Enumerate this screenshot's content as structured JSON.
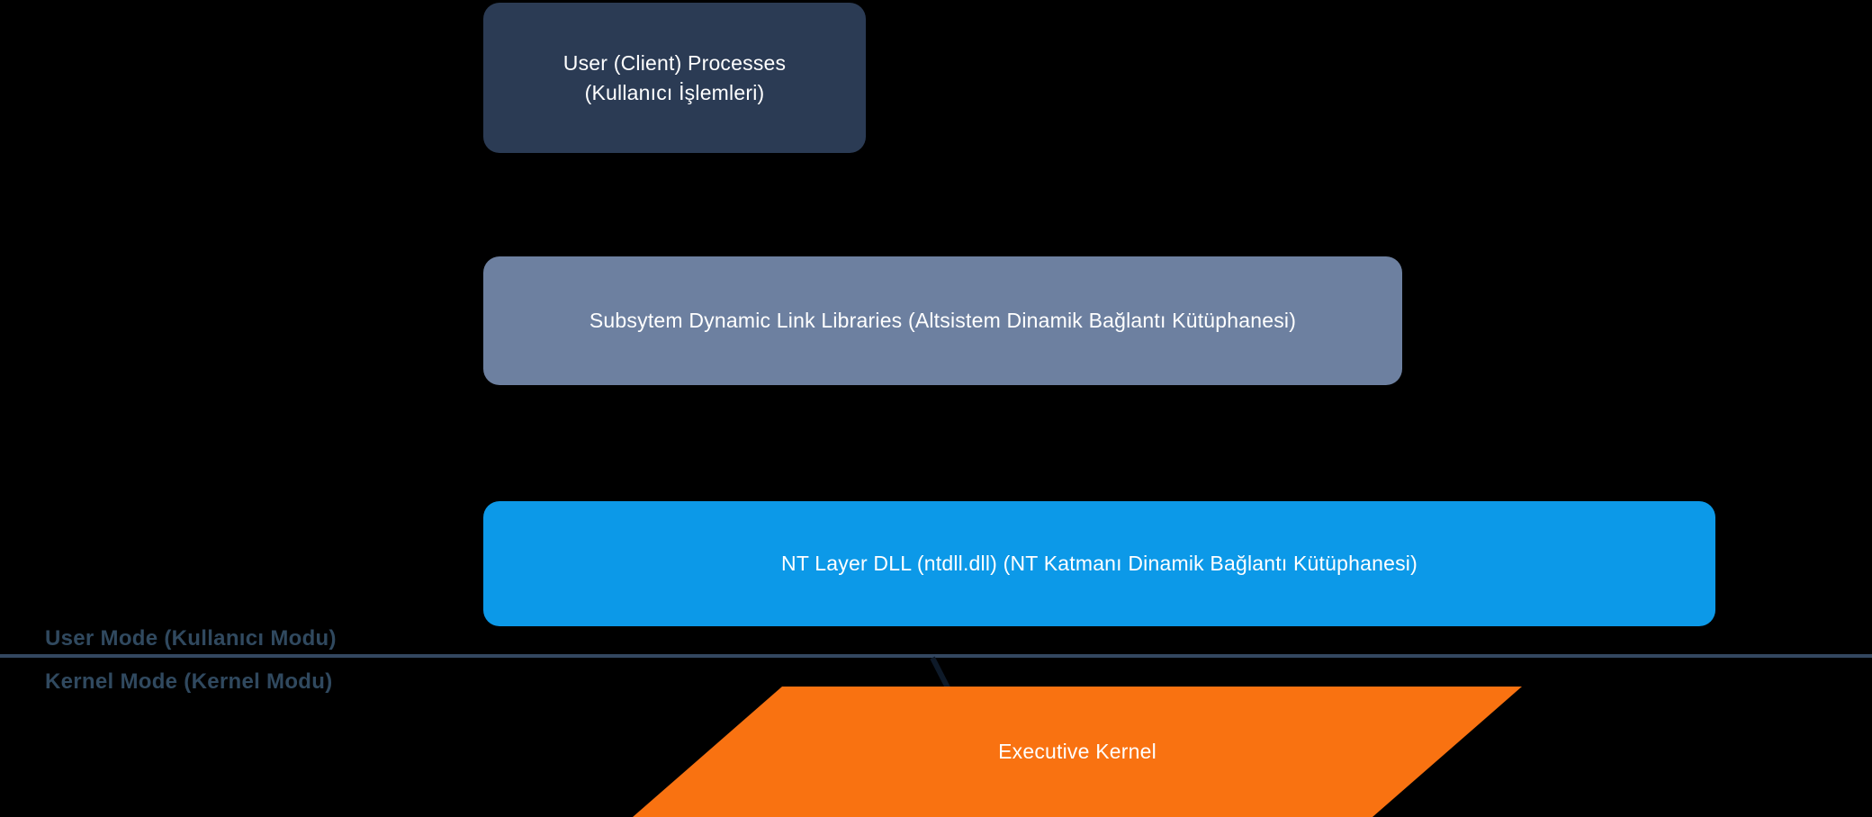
{
  "diagram": {
    "background_color": "#000000",
    "nodes": [
      {
        "id": "user-client-processes",
        "line1": "User (Client) Processes",
        "line2": "(Kullanıcı İşlemleri)",
        "fill_color": "#2b3b54",
        "text_color": "#ffffff"
      },
      {
        "id": "subsystem-dynamic-link-libraries",
        "label": "Subsytem Dynamic Link Libraries (Altsistem Dinamik Bağlantı Kütüphanesi)",
        "fill_color": "#6d80a0",
        "text_color": "#ffffff"
      },
      {
        "id": "nt-layer-dll",
        "label": "NT Layer DLL (ntdll.dll) (NT Katmanı Dinamik Bağlantı Kütüphanesi)",
        "fill_color": "#0c99e8",
        "text_color": "#ffffff"
      }
    ],
    "mode_boundary": {
      "user_mode_label": "User Mode (Kullanıcı Modu)",
      "kernel_mode_label": "Kernel Mode (Kernel Modu)",
      "line_color": "#334760",
      "label_color": "#30495f"
    },
    "kernel_node": {
      "id": "executive-kernel",
      "label": "Executive Kernel",
      "shape": "parallelogram",
      "fill_color": "#f97211",
      "text_color": "#ffffff"
    }
  }
}
